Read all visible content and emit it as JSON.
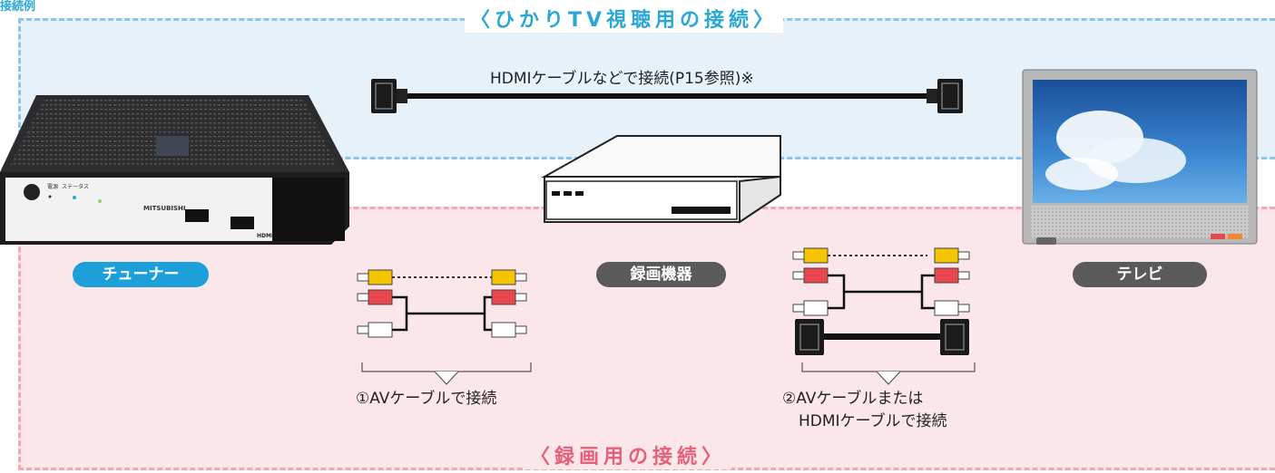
{
  "zones": {
    "top_title": "〈ひかりTV視聴用の接続〉",
    "bottom_title": "〈録画用の接続〉",
    "corner_label": "接続例"
  },
  "hdmi_label": "HDMIケーブルなどで接続(P15参照)※",
  "devices": {
    "tuner": "チューナー",
    "recorder": "録画機器",
    "tv": "テレビ"
  },
  "tuner_panel": {
    "power": "電源",
    "status": "ステータス",
    "brand": "MITSUBISHI",
    "hdmi_mark": "HDMI"
  },
  "captions": {
    "av_connection": "①AVケーブルで接続",
    "av_or_hdmi_line1": "②AVケーブルまたは",
    "av_or_hdmi_line2": "HDMIケーブルで接続"
  },
  "colors": {
    "top_zone": "#e6f1fa",
    "top_border": "#8cc4ea",
    "bottom_zone": "#fbe7ea",
    "bottom_border": "#f1a8b4",
    "blue_accent": "#2aa7d5",
    "pink_accent": "#e5607a",
    "rca_yellow": "#f5c400",
    "rca_red": "#e8474e",
    "rca_white": "#ffffff"
  }
}
